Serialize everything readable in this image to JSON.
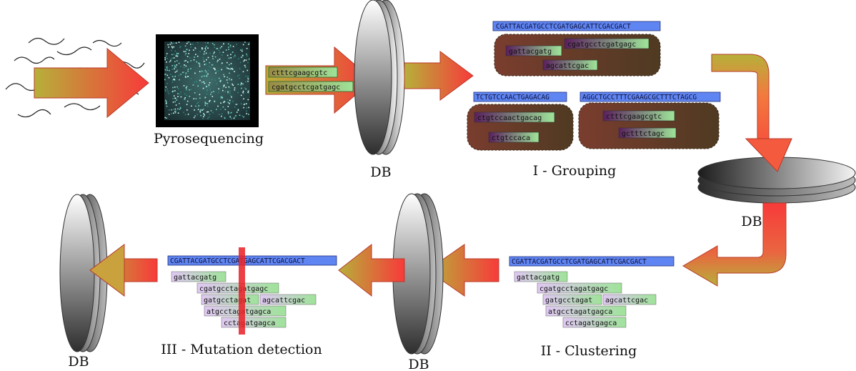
{
  "captions": {
    "pyrosequencing": "Pyrosequencing",
    "db": "DB",
    "grouping": "I - Grouping",
    "clustering": "II - Clustering",
    "mutation": "III - Mutation detection"
  },
  "input_reads": [
    "ctttcgaagcgtc",
    "cgatgcctcgatgagc"
  ],
  "groups": {
    "top": {
      "ref": "CGATTACGATGCCTCGATGAGCATTCGACGACT",
      "reads": [
        "cgatgcctcgatgagc",
        "gattacgatg",
        "agcattcgac"
      ]
    },
    "left": {
      "ref": "TCTGTCCAACTGAGACAG",
      "reads": [
        "ctgtccaactgacag",
        "ctgtccaca"
      ]
    },
    "right": {
      "ref": "AGGCTGCCTTTCGAAGCGCTTTCTAGCG",
      "reads": [
        "ctttcgaagcgtc",
        "gctttctagc"
      ]
    }
  },
  "clustering": {
    "ref": "CGATTACGATGCCTCGATGAGCATTCGACGACT",
    "reads": [
      "gattacgatg",
      "cgatgcctagatgagc",
      "gatgcctagat",
      "agcattcgac",
      "atgcctagatgagca",
      "cctagatgagca"
    ]
  },
  "mutation": {
    "ref": "CGATTACGATGCCTCGATGAGCATTCGACGACT",
    "reads": [
      "gattacgatg",
      "cgatgcctagatgagc",
      "gatgcctagat",
      "agcattcgac",
      "atgcctagatgagca",
      "cctagatgagca"
    ]
  },
  "colors": {
    "arrow_hot": "#f83a3a",
    "arrow_cool": "#b6b03a",
    "ref_bar": "#5f85f2",
    "read_green": "#9fe39a",
    "read_purple": "#caa9ea",
    "group_brown": "#6b3a2a",
    "group_tan": "#5a4428"
  }
}
